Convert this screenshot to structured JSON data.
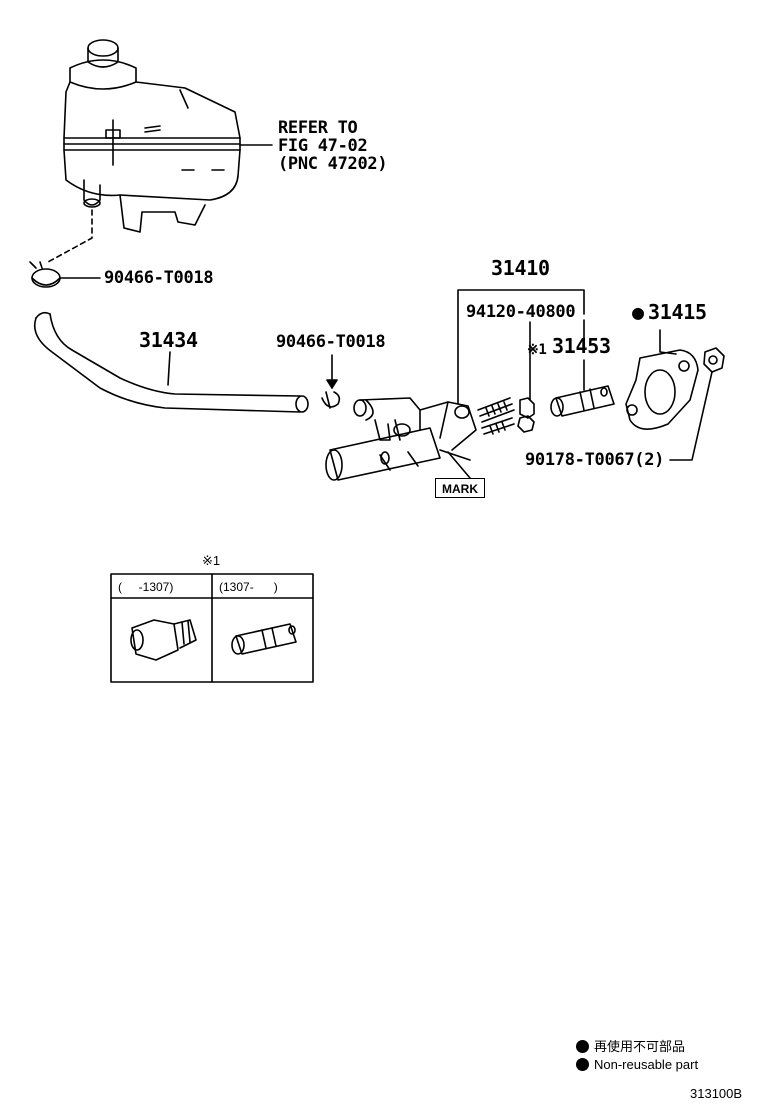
{
  "refer": {
    "line1": "REFER TO",
    "line2": "FIG 47-02",
    "line3": "(PNC 47202)"
  },
  "parts": {
    "clip_top": "90466-T0018",
    "hose": "31434",
    "clip_mid": "90466-T0018",
    "master_cyl": "31410",
    "stud": "94120-40800",
    "pushrod_marker": "※1",
    "pushrod": "31453",
    "gasket_dot": "●",
    "gasket": "31415",
    "nut": "90178-T0067(2)"
  },
  "mark_label": "MARK",
  "inset": {
    "title": "※1",
    "col1": "(     -1307)",
    "col2": "(1307-      )"
  },
  "legend": {
    "line1": "再使用不可部品",
    "line2": "Non-reusable part"
  },
  "diagram_code": "313100B"
}
